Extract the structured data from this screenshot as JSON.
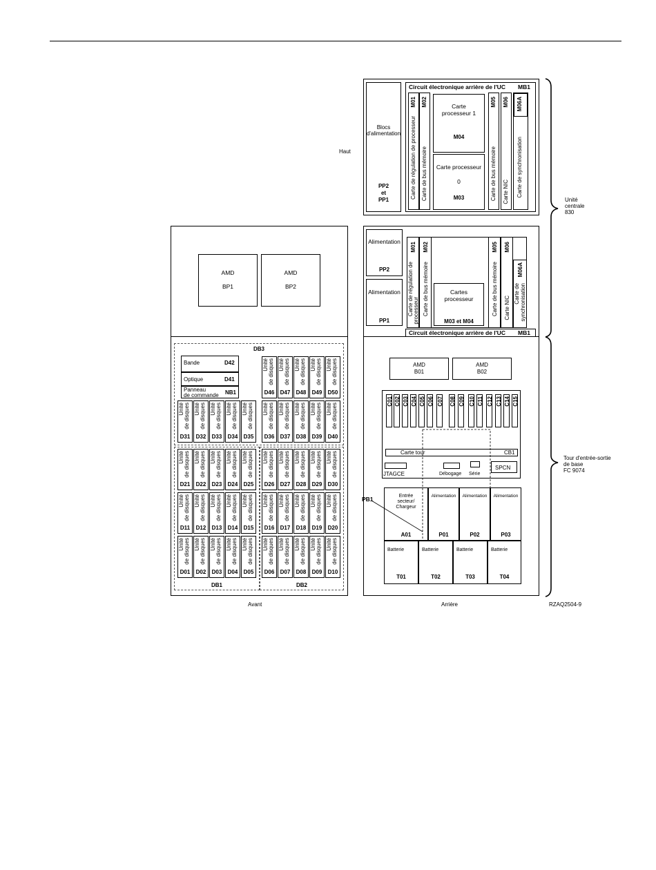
{
  "labels": {
    "haut": "Haut",
    "avant": "Avant",
    "arriere": "Arrière",
    "figure_id": "RZAQ2504-9",
    "unite_centrale": [
      "Unité",
      "centrale",
      "830"
    ],
    "tour": [
      "Tour d'entrée-sortie",
      "de base",
      "FC 9074"
    ],
    "pb1": "PB1"
  },
  "top_unit": {
    "blocs": [
      "Blocs",
      "d'alimentation"
    ],
    "pp2": "PP2",
    "et": "et",
    "pp1": "PP1",
    "header": "Circuit électronique arrière de l'UC",
    "mb1": "MB1",
    "m01": "M01",
    "m01_text": "Carte de régulation de processeur",
    "m02": "M02",
    "m02_text": "Carte de bus mémoire",
    "carte1": [
      "Carte",
      "processeur 1"
    ],
    "m04": "M04",
    "carte0": [
      "Carte processeur",
      "0"
    ],
    "m03": "M03",
    "m05": "M05",
    "m05_text": "Carte de bus mémoire",
    "m06": "M06",
    "m06_text": "Carte NIC",
    "m06a": "M06A",
    "m06a_text": "Carte de synchronisation"
  },
  "mid_unit": {
    "alim": "Alimentation",
    "pp2": "PP2",
    "pp1": "PP1",
    "m01": "M01",
    "m01_text": [
      "Carte de régulation de",
      "processeur"
    ],
    "m02": "M02",
    "m02_text": "Carte de bus mémoire",
    "cartes": [
      "Cartes",
      "processeur"
    ],
    "m03m04": "M03 et M04",
    "m05": "M05",
    "m05_text": "Carte de bus mémoire",
    "m06": "M06",
    "m06_text": "Carte NIC",
    "m06a": "M06A",
    "m06a_text": [
      "Carte de",
      "synchronisation"
    ],
    "footer": "Circuit électronique arrière de l'UC",
    "mb1": "MB1"
  },
  "front": {
    "amd": "AMD",
    "bp1": "BP1",
    "bp2": "BP2",
    "db3": "DB3",
    "db1": "DB1",
    "db2": "DB2",
    "bande": "Bande",
    "d42": "D42",
    "optique": "Optique",
    "d41": "D41",
    "panneau": [
      "Panneau",
      "de commande"
    ],
    "nb1": "NB1",
    "drive_text": [
      "Unité",
      "de disques"
    ],
    "top_drives": [
      "D46",
      "D47",
      "D48",
      "D49",
      "D50"
    ],
    "row2_left": [
      "D31",
      "D32",
      "D33",
      "D34",
      "D35"
    ],
    "row2_right": [
      "D36",
      "D37",
      "D38",
      "D39",
      "D40"
    ],
    "row3_left": [
      "D21",
      "D22",
      "D23",
      "D24",
      "D25"
    ],
    "row3_right": [
      "D26",
      "D27",
      "D28",
      "D29",
      "D30"
    ],
    "row4_left": [
      "D11",
      "D12",
      "D13",
      "D14",
      "D15"
    ],
    "row4_right": [
      "D16",
      "D17",
      "D18",
      "D19",
      "D20"
    ],
    "row5_left": [
      "D01",
      "D02",
      "D03",
      "D04",
      "D05"
    ],
    "row5_right": [
      "D06",
      "D07",
      "D08",
      "D09",
      "D10"
    ]
  },
  "rear_tower": {
    "amd": "AMD",
    "b01": "B01",
    "b02": "B02",
    "slots": [
      "C01",
      "C02",
      "C03",
      "C04",
      "C05",
      "C06",
      "C07",
      "C08",
      "C09",
      "C10",
      "C11",
      "C12",
      "C13",
      "C14",
      "C15"
    ],
    "carte_tour": "Carte tour",
    "cb1": "CB1",
    "jtagce": "JTAGCE",
    "debogage": "Débogage",
    "serie": "Série",
    "spcn": "SPCN",
    "entree": [
      "Entrée",
      "secteur/",
      "Chargeur"
    ],
    "a01": "A01",
    "alimentation": "Alimentation",
    "p01": "P01",
    "p02": "P02",
    "p03": "P03",
    "batterie": "Batterie",
    "t01": "T01",
    "t02": "T02",
    "t03": "T03",
    "t04": "T04"
  }
}
